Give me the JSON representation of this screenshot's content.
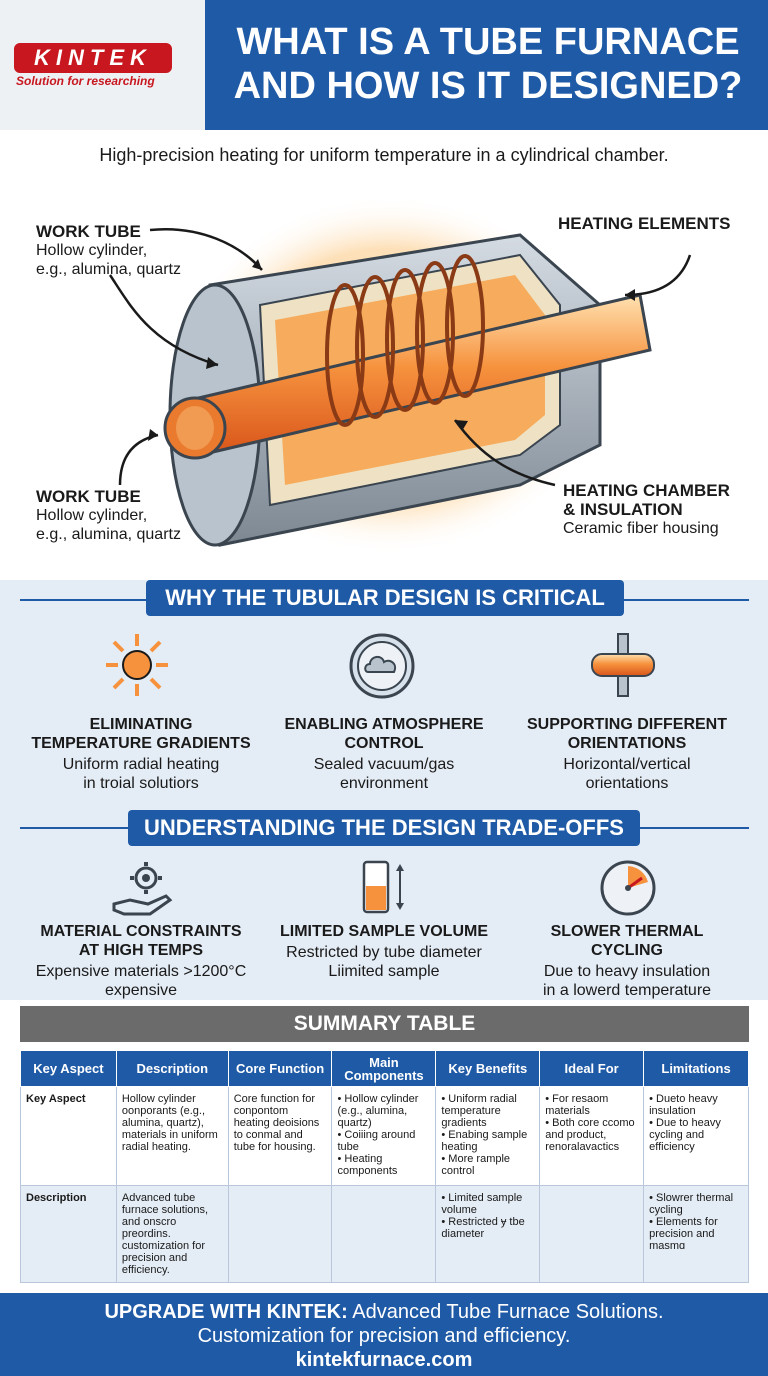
{
  "header": {
    "logo_text": "KINTEK",
    "logo_tagline": "Solution for researching",
    "title_line1": "WHAT IS A TUBE FURNACE",
    "title_line2": "AND HOW IS IT DESIGNED?"
  },
  "subtitle": "High-precision heating for uniform temperature in a cylindrical chamber.",
  "diagram": {
    "callouts": [
      {
        "heading": "WORK TUBE",
        "line1": "Hollow cylinder,",
        "line2": "e.g., alumina, quartz"
      },
      {
        "heading": "HEATING ELEMENTS",
        "line1": "",
        "line2": ""
      },
      {
        "heading": "WORK TUBE",
        "line1": "Hollow cylinder,",
        "line2": "e.g., alumina, quartz"
      },
      {
        "heading": "HEATING CHAMBER",
        "heading2": "& INSULATION",
        "line1": "Ceramic fiber housing"
      }
    ]
  },
  "why": {
    "title": "WHY THE TUBULAR DESIGN IS CRITICAL",
    "features": [
      {
        "title1": "ELIMINATING",
        "title2": "TEMPERATURE GRADIENTS",
        "desc1": "Uniform radial heating",
        "desc2": "in troial solutiors",
        "icon": "sun-radial-icon"
      },
      {
        "title1": "ENABLING ATMOSPHERE",
        "title2": "CONTROL",
        "desc1": "Sealed vacuum/gas",
        "desc2": "environment",
        "icon": "gas-cloud-icon"
      },
      {
        "title1": "SUPPORTING DIFFERENT",
        "title2": "ORIENTATIONS",
        "desc1": "Horizontal/vertical",
        "desc2": "orientations",
        "icon": "tube-orientation-icon"
      }
    ]
  },
  "tradeoffs": {
    "title": "UNDERSTANDING THE DESIGN TRADE-OFFS",
    "features": [
      {
        "title1": "MATERIAL CONSTRAINTS",
        "title2": "AT HIGH TEMPS",
        "desc1": "Expensive materials >1200°C",
        "desc2": "expensive",
        "icon": "gear-hand-icon"
      },
      {
        "title1": "LIMITED SAMPLE VOLUME",
        "title2": "",
        "desc1": "Restricted by tube diameter",
        "desc2": "Liimited sample",
        "icon": "beaker-icon"
      },
      {
        "title1": "SLOWER THERMAL",
        "title2": "CYCLING",
        "desc1": "Due to heavy insulation",
        "desc2": "in a lowerd temperature",
        "icon": "gauge-icon"
      }
    ]
  },
  "table": {
    "title": "SUMMARY TABLE",
    "headers": [
      "Key Aspect",
      "Description",
      "Core Function",
      "Main Components",
      "Key Benefits",
      "Ideal For",
      "Limitations"
    ],
    "row1": {
      "c0": "Key Aspect",
      "c1": "Hollow cylinder oonporants (e.g., alumina, quartz), materials in uniform radial heating.",
      "c2": "Core function for conpontom heating deoisions to conmal and tube for housing.",
      "c3": [
        "• Hollow cylinder (e.g., alumina, quartz)",
        "• Coiiing around tube",
        "• Heating components"
      ],
      "c4": [
        "• Uniform radial temperature gradients",
        "• Enabing sample heating",
        "• More rample control"
      ],
      "c5": [
        "• For resaom materials",
        "• Both core ccomo and product, renoralavactics"
      ],
      "c6": [
        "• Dueto heavy insulation",
        "• Due to heavy cycling and efficiency"
      ]
    },
    "row2": {
      "c0": "Description",
      "c1": "Advanced tube furnace solutions, and onscro preordins. customization for precision and efficiency.",
      "c2": "",
      "c3": [],
      "c4": [
        "• Limited sample volume",
        "• Restricted ɏ tbe diameter"
      ],
      "c5": [],
      "c6": [
        "• Slowrer thermal cycling",
        "• Elements for precision and masmɑ"
      ]
    }
  },
  "footer": {
    "cta_bold": "UPGRADE WITH KINTEK:",
    "cta_rest": " Advanced Tube Furnace Solutions.",
    "line2": "Customization for precision and efficiency.",
    "url": "kintekfurnace.com"
  },
  "colors": {
    "brand_blue": "#1f5aa6",
    "brand_red": "#c8171e",
    "glow_orange": "#f7a24a"
  }
}
